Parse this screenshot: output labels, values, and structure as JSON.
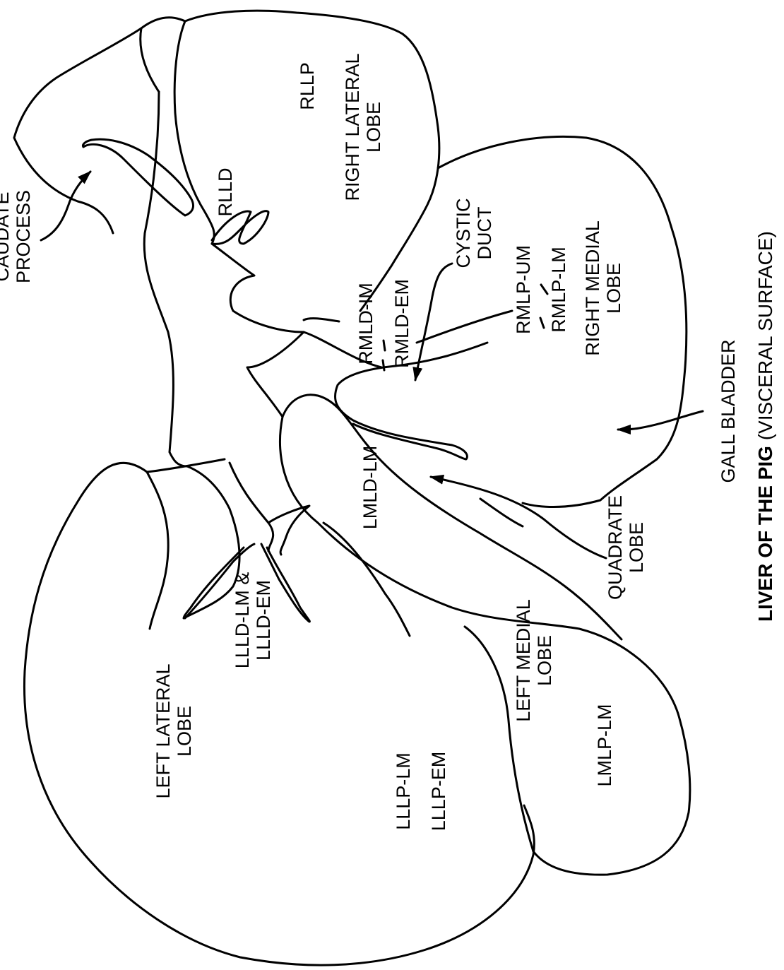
{
  "figure": {
    "title_bold": "LIVER OF THE PIG",
    "title_rest": " (VISCERAL SURFACE)",
    "labels": {
      "caudate_1": "CAUDATE",
      "caudate_2": "PROCESS",
      "rllp": "RLLP",
      "right_lateral_1": "RIGHT LATERAL",
      "right_lateral_2": "LOBE",
      "rlld": "RLLD",
      "cystic_1": "CYSTIC",
      "cystic_2": "DUCT",
      "rmlp_um": "RMLP-UM",
      "rmlp_lm": "RMLP-LM",
      "right_medial_1": "RIGHT MEDIAL",
      "right_medial_2": "LOBE",
      "rmld_im": "RMLD-IM",
      "rmld_em": "RMLD-EM",
      "gall_bladder": "GALL BLADDER",
      "lmld_lm": "LMLD-LM",
      "quadrate_1": "QUADRATE",
      "quadrate_2": "LOBE",
      "llld_1": "LLLD-LM &",
      "llld_2": "LLLD-EM",
      "left_medial_1": "LEFT MEDIAL",
      "left_medial_2": "LOBE",
      "left_lateral_1": "LEFT LATERAL",
      "left_lateral_2": "LOBE",
      "lmlp_lm": "LMLP-LM",
      "lllp_lm": "LLLP-LM",
      "lllp_em": "LLLP-EM"
    }
  }
}
